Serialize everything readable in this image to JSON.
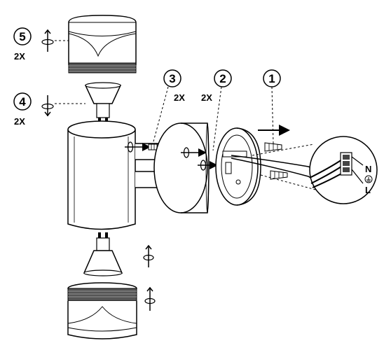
{
  "steps": [
    {
      "number": "1",
      "quantity": ""
    },
    {
      "number": "2",
      "quantity": "2X"
    },
    {
      "number": "3",
      "quantity": "2X"
    },
    {
      "number": "4",
      "quantity": "2X"
    },
    {
      "number": "5",
      "quantity": "2X"
    }
  ],
  "wiring": {
    "neutral": "N",
    "live": "L",
    "earth_symbol": "⏚"
  }
}
